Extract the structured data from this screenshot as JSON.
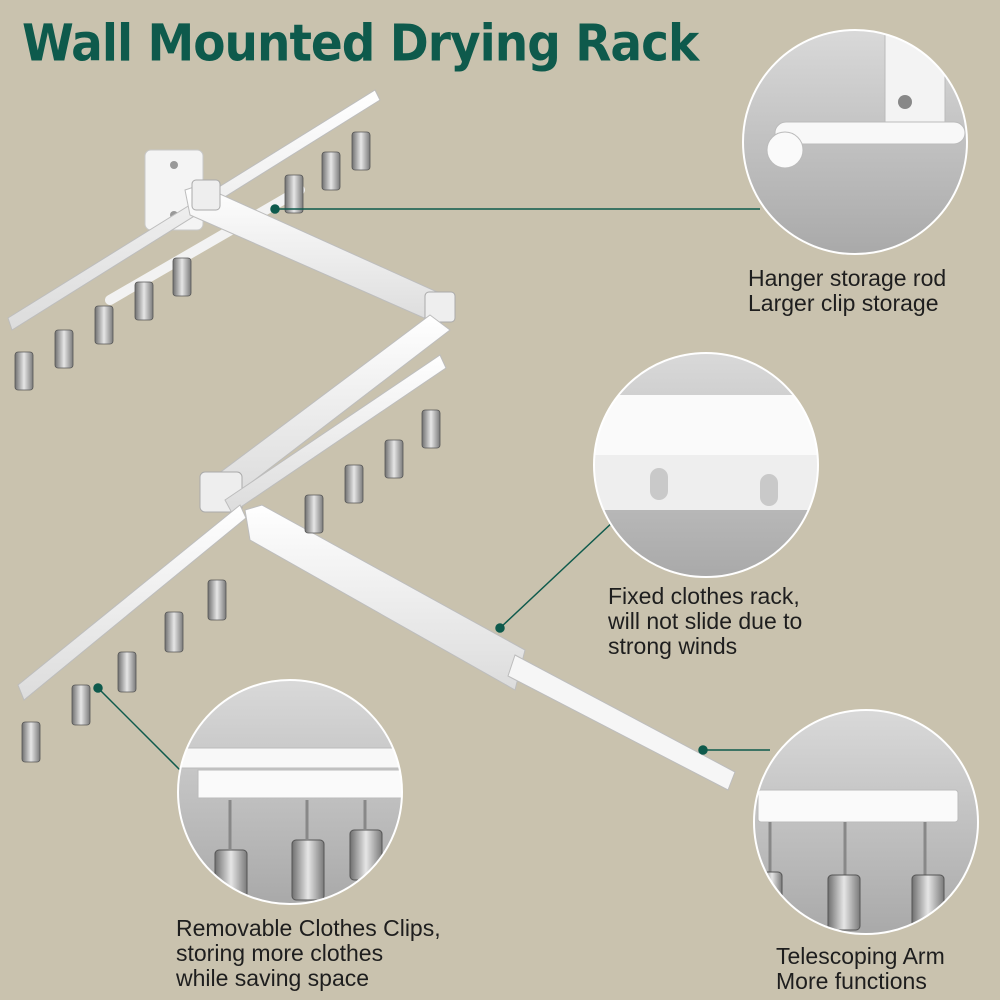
{
  "title": "Wall Mounted Drying Rack",
  "accent_color": "#0e5a4c",
  "background_color": "#c9c2ae",
  "callouts": {
    "storage": {
      "line1": "Hanger storage rod",
      "line2": "Larger clip storage"
    },
    "fixed": {
      "line1": "Fixed clothes rack,",
      "line2": "will not slide due to",
      "line3": "strong winds"
    },
    "clips": {
      "line1": "Removable Clothes Clips,",
      "line2": "storing more clothes",
      "line3": "while saving space"
    },
    "telescoping": {
      "line1": "Telescoping Arm",
      "line2": "More functions"
    }
  }
}
